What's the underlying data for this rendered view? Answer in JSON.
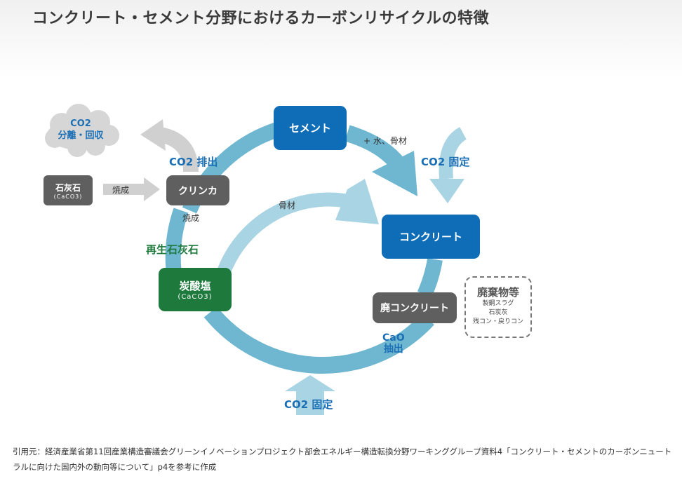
{
  "page": {
    "title": "コンクリート・セメント分野におけるカーボンリサイクルの特徴"
  },
  "colors": {
    "ring": "#6fb7d0",
    "ring_light": "#a9d4e3",
    "node_blue": "#0f6db8",
    "node_gray": "#5f5f5f",
    "node_green": "#1e7a3c",
    "text_blue": "#1b6fb5",
    "arrow_gray": "#d0d0d0"
  },
  "nodes": {
    "cement": {
      "label": "セメント"
    },
    "concrete": {
      "label": "コンクリート"
    },
    "waste_concrete": {
      "label": "廃コンクリート"
    },
    "carbonate": {
      "label": "炭酸塩",
      "sub": "(CaCO3)"
    },
    "clinker": {
      "label": "クリンカ"
    },
    "limestone": {
      "label": "石灰石",
      "sub": "(CaCO3)"
    }
  },
  "cloud": {
    "line1": "CO2",
    "line2": "分離・回収"
  },
  "labels": {
    "co2_emission": "CO2 排出",
    "firing_arrow": "焼成",
    "firing_below": "焼成",
    "water_aggregate": "+ 水、骨材",
    "co2_fixation_top": "CO2 固定",
    "aggregate": "骨材",
    "recycled_limestone": "再生石灰石",
    "cao_extraction_1": "CaO",
    "cao_extraction_2": "抽出",
    "co2_fixation_bottom": "CO2 固定"
  },
  "waste": {
    "title": "廃棄物等",
    "items": [
      "製鋼スラグ",
      "石炭灰",
      "残コン・戻りコン"
    ]
  },
  "citation": "引用元：経済産業省第11回産業構造審議会グリーンイノベーションプロジェクト部会エネルギー構造転換分野ワーキンググループ資料4「コンクリート・セメントのカーボンニュートラルに向けた国内外の動向等について」p4を参考に作成"
}
